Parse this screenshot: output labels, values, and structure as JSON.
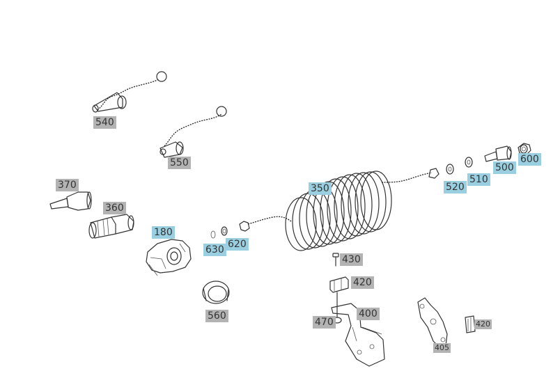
{
  "colors": {
    "highlight": "#99cfe0",
    "grey": "#b3b3b3",
    "line": "#333333"
  },
  "labels": {
    "p540": {
      "text": "540",
      "state": "grey"
    },
    "p550": {
      "text": "550",
      "state": "grey"
    },
    "p370": {
      "text": "370",
      "state": "grey"
    },
    "p360": {
      "text": "360",
      "state": "grey"
    },
    "p180": {
      "text": "180",
      "state": "highlight"
    },
    "p630": {
      "text": "630",
      "state": "highlight"
    },
    "p620": {
      "text": "620",
      "state": "highlight"
    },
    "p560": {
      "text": "560",
      "state": "grey"
    },
    "p350": {
      "text": "350",
      "state": "highlight"
    },
    "p520": {
      "text": "520",
      "state": "highlight"
    },
    "p510": {
      "text": "510",
      "state": "highlight"
    },
    "p500": {
      "text": "500",
      "state": "highlight"
    },
    "p600": {
      "text": "600",
      "state": "highlight"
    },
    "p430": {
      "text": "430",
      "state": "grey"
    },
    "p420a": {
      "text": "420",
      "state": "grey"
    },
    "p470": {
      "text": "470",
      "state": "grey"
    },
    "p400": {
      "text": "400",
      "state": "grey"
    },
    "p405": {
      "text": "405",
      "state": "grey"
    },
    "p420b": {
      "text": "420",
      "state": "grey"
    }
  }
}
